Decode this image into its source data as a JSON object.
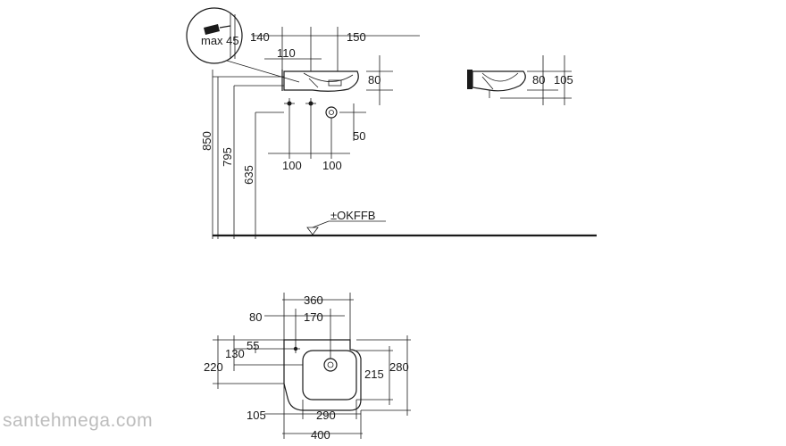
{
  "detail": {
    "max_label": "max 45"
  },
  "front_view": {
    "dims": {
      "d140": "140",
      "d150": "150",
      "d110": "110",
      "d80": "80",
      "d850": "850",
      "d795": "795",
      "d635": "635",
      "d50": "50",
      "d100a": "100",
      "d100b": "100"
    },
    "floor_label": "±OKFFB"
  },
  "side_view": {
    "dims": {
      "d80": "80",
      "d105": "105"
    }
  },
  "plan_view": {
    "dims": {
      "d360": "360",
      "d80": "80",
      "d170": "170",
      "d55": "55",
      "d130": "130",
      "d220": "220",
      "d215": "215",
      "d280": "280",
      "d105": "105",
      "d290": "290",
      "d400": "400"
    }
  },
  "watermark": "santehmega.com"
}
